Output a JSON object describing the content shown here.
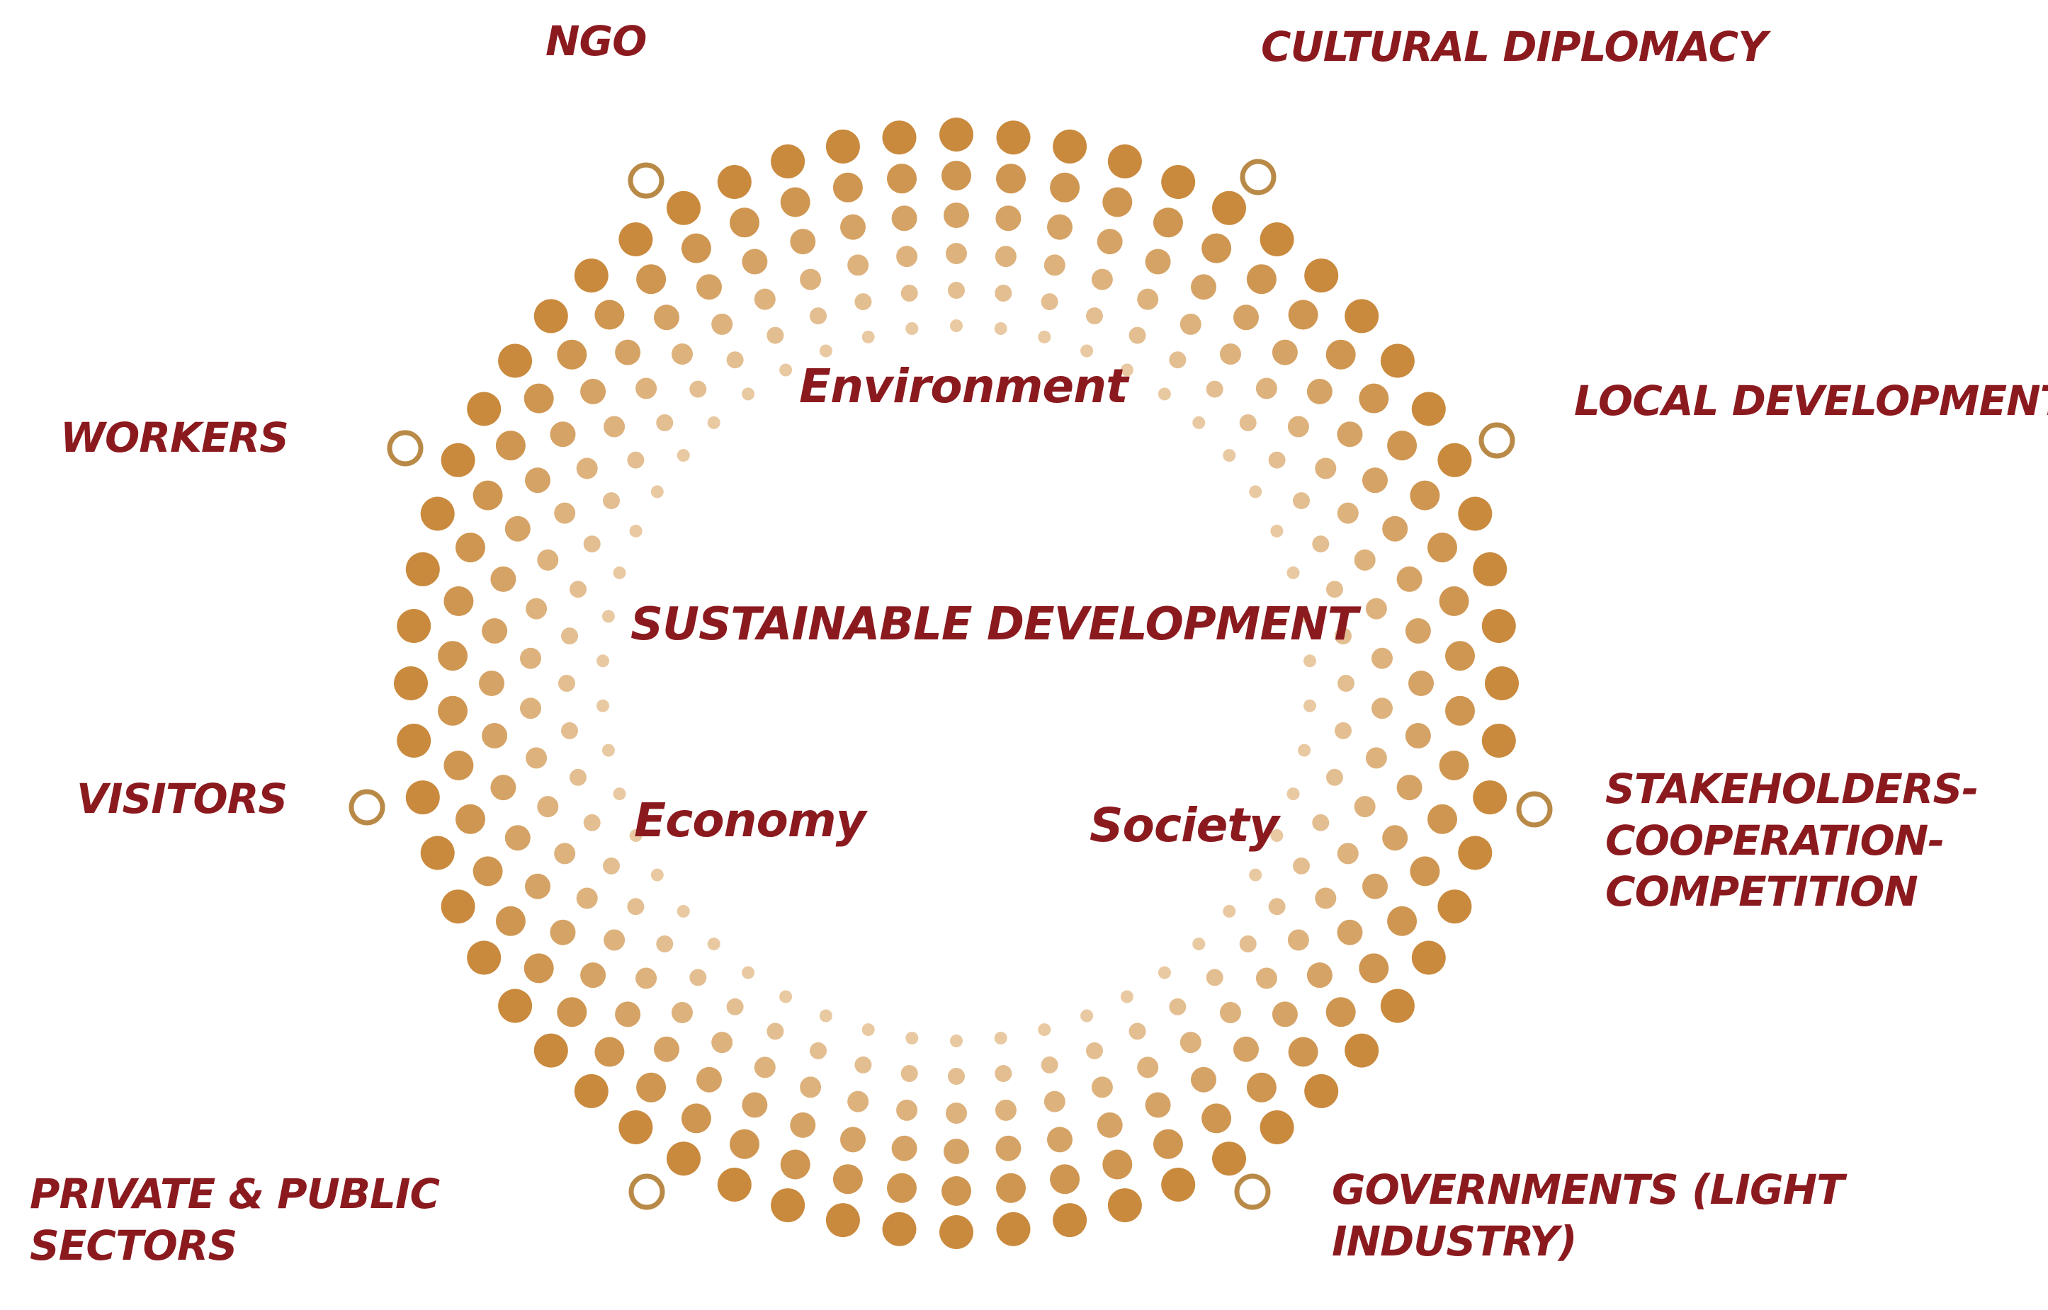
{
  "center": {
    "title": "SUSTAINABLE DEVELOPMENT"
  },
  "pillars": {
    "environment": "Environment",
    "economy": "Economy",
    "society": "Society"
  },
  "stakeholders": {
    "ngo": "NGO",
    "cultural_diplomacy": "CULTURAL DIPLOMACY",
    "workers": "WORKERS",
    "local_development": "LOCAL DEVELOPMENT",
    "visitors": "VISITORS",
    "stakeholders_lines": [
      "STAKEHOLDERS-",
      "COOPERATION-",
      "COMPETITION"
    ],
    "private_public_lines": [
      "PRIVATE & PUBLIC",
      "SECTORS"
    ],
    "governments_lines": [
      "GOVERNMENTS (LIGHT",
      "INDUSTRY)"
    ]
  },
  "colors": {
    "label": "#8b1a1f",
    "dot_dark": "#c98a3e",
    "dot_light": "#f1d9bb",
    "marker": "#b98a47"
  }
}
